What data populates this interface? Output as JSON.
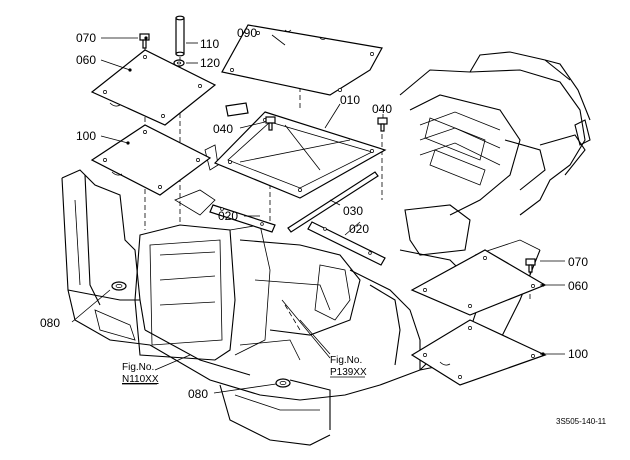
{
  "callouts": {
    "c070_top": "070",
    "c060_top": "060",
    "c100_left": "100",
    "c110": "110",
    "c120": "120",
    "c090": "090",
    "c010": "010",
    "c040_left": "040",
    "c040_right": "040",
    "c020_left": "020",
    "c030": "030",
    "c020_right": "020",
    "c070_right": "070",
    "c060_right": "060",
    "c100_right": "100",
    "c080_left": "080",
    "c080_bottom": "080"
  },
  "references": {
    "left_fig": "Fig.No.",
    "left_num": "N110XX",
    "center_fig": "Fig.No.",
    "center_num": "P139XX"
  },
  "drawing_code": "3S505-140-11"
}
